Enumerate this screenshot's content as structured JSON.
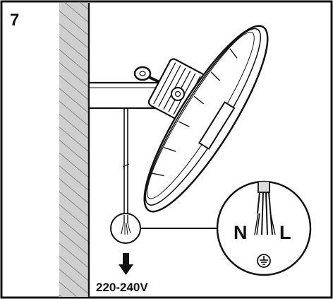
{
  "step_number": "7",
  "voltage_label": "220-240V",
  "wire_labels": {
    "neutral": "N",
    "live": "L"
  },
  "icons": {
    "earth": "earth-ground-icon",
    "arrow": "arrow-down-icon"
  },
  "colors": {
    "line": "#111111",
    "wall_fill": "#cfcfcf",
    "background": "#ffffff"
  }
}
